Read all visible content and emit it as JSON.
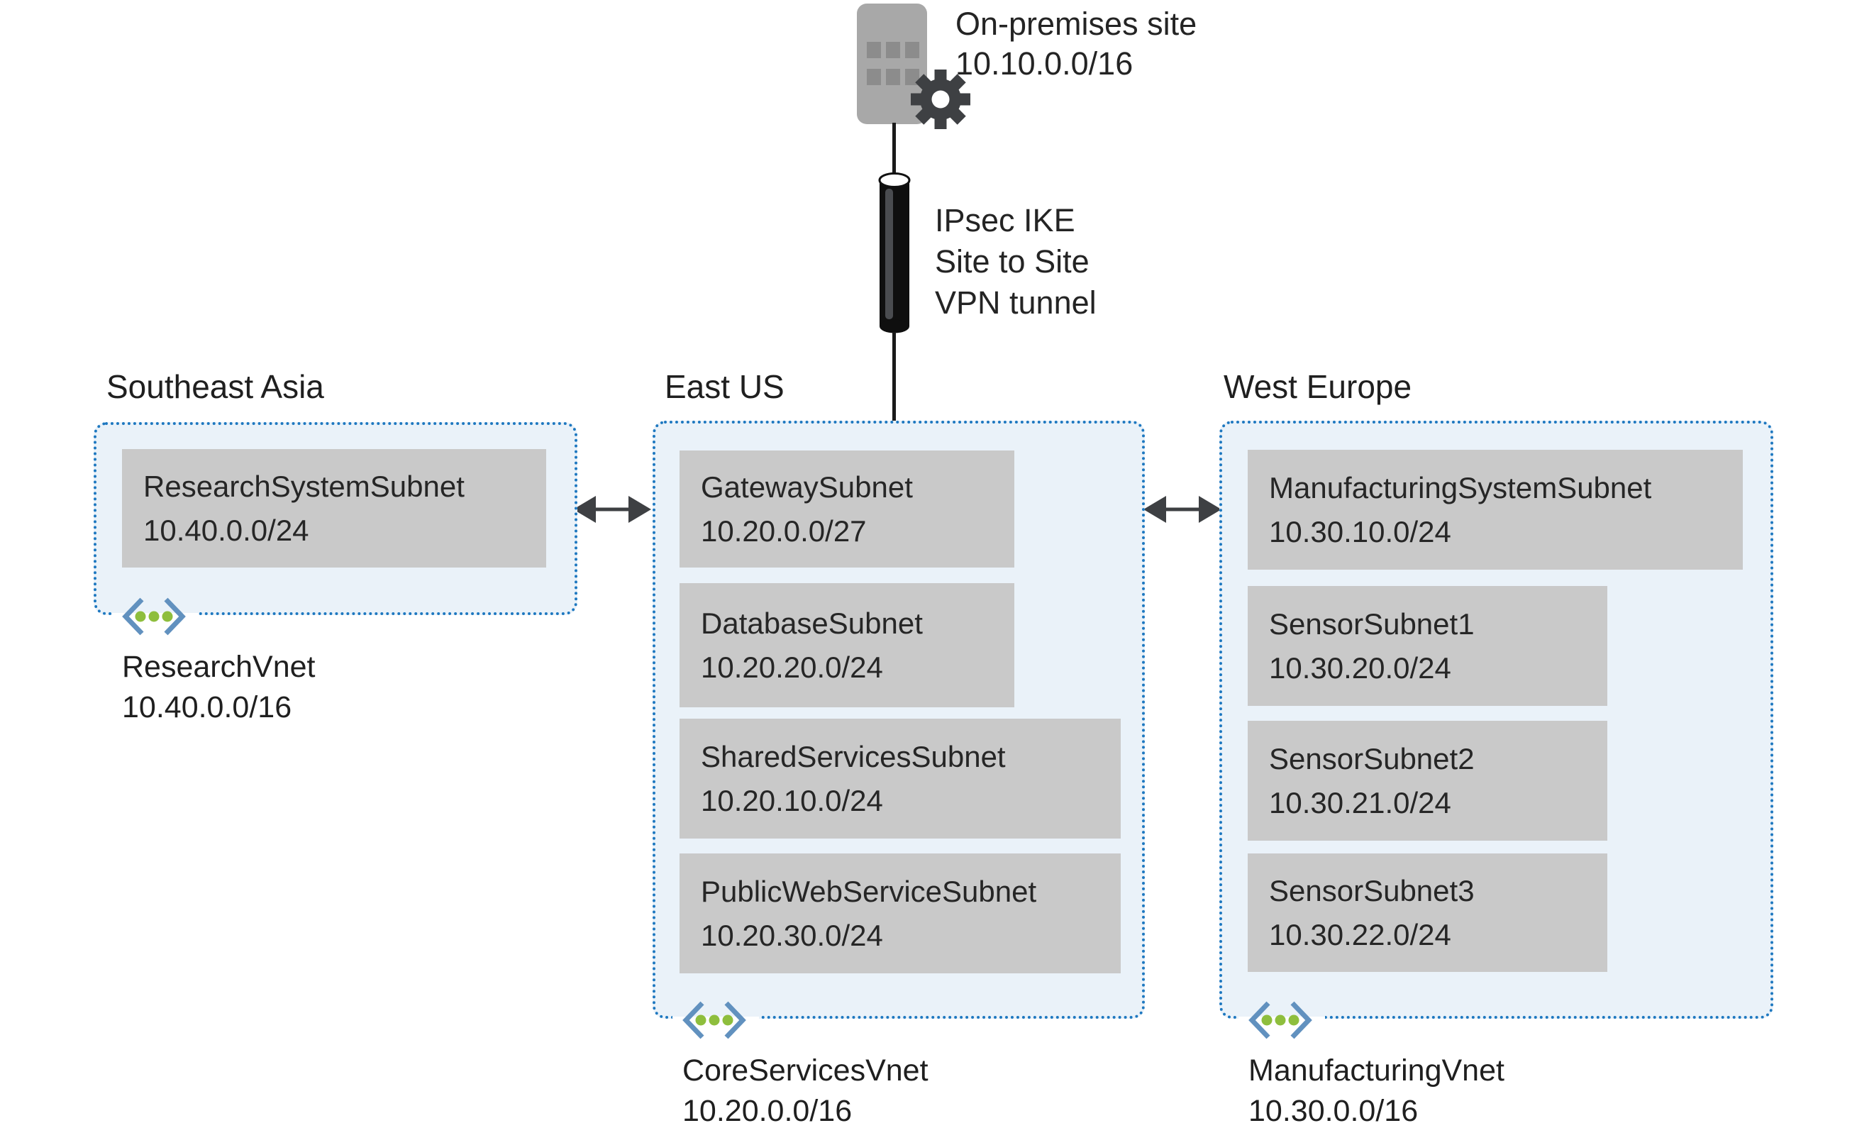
{
  "onprem": {
    "name": "On-premises site",
    "cidr": "10.10.0.0/16"
  },
  "vpn_tunnel": {
    "lines": [
      "IPsec IKE",
      "Site to Site",
      "VPN tunnel"
    ]
  },
  "regions": [
    {
      "name": "Southeast Asia",
      "vnet": {
        "name": "ResearchVnet",
        "cidr": "10.40.0.0/16"
      },
      "subnets": [
        {
          "name": "ResearchSystemSubnet",
          "cidr": "10.40.0.0/24"
        }
      ]
    },
    {
      "name": "East US",
      "vnet": {
        "name": "CoreServicesVnet",
        "cidr": "10.20.0.0/16"
      },
      "subnets": [
        {
          "name": "GatewaySubnet",
          "cidr": "10.20.0.0/27"
        },
        {
          "name": "DatabaseSubnet",
          "cidr": "10.20.20.0/24"
        },
        {
          "name": "SharedServicesSubnet",
          "cidr": "10.20.10.0/24"
        },
        {
          "name": "PublicWebServiceSubnet",
          "cidr": "10.20.30.0/24"
        }
      ]
    },
    {
      "name": "West Europe",
      "vnet": {
        "name": "ManufacturingVnet",
        "cidr": "10.30.0.0/16"
      },
      "subnets": [
        {
          "name": "ManufacturingSystemSubnet",
          "cidr": "10.30.10.0/24"
        },
        {
          "name": "SensorSubnet1",
          "cidr": "10.30.20.0/24"
        },
        {
          "name": "SensorSubnet2",
          "cidr": "10.30.21.0/24"
        },
        {
          "name": "SensorSubnet3",
          "cidr": "10.30.22.0/24"
        }
      ]
    }
  ],
  "colors": {
    "dotted_border": "#1e78c0",
    "container_fill": "#eaf2f9",
    "subnet_fill": "#c9c9c9",
    "arrow_dark": "#3e4043",
    "building_gray": "#a8a8a8",
    "vnet_bracket_blue": "#6191bf",
    "vnet_dot_green": "#8ebe3d"
  }
}
